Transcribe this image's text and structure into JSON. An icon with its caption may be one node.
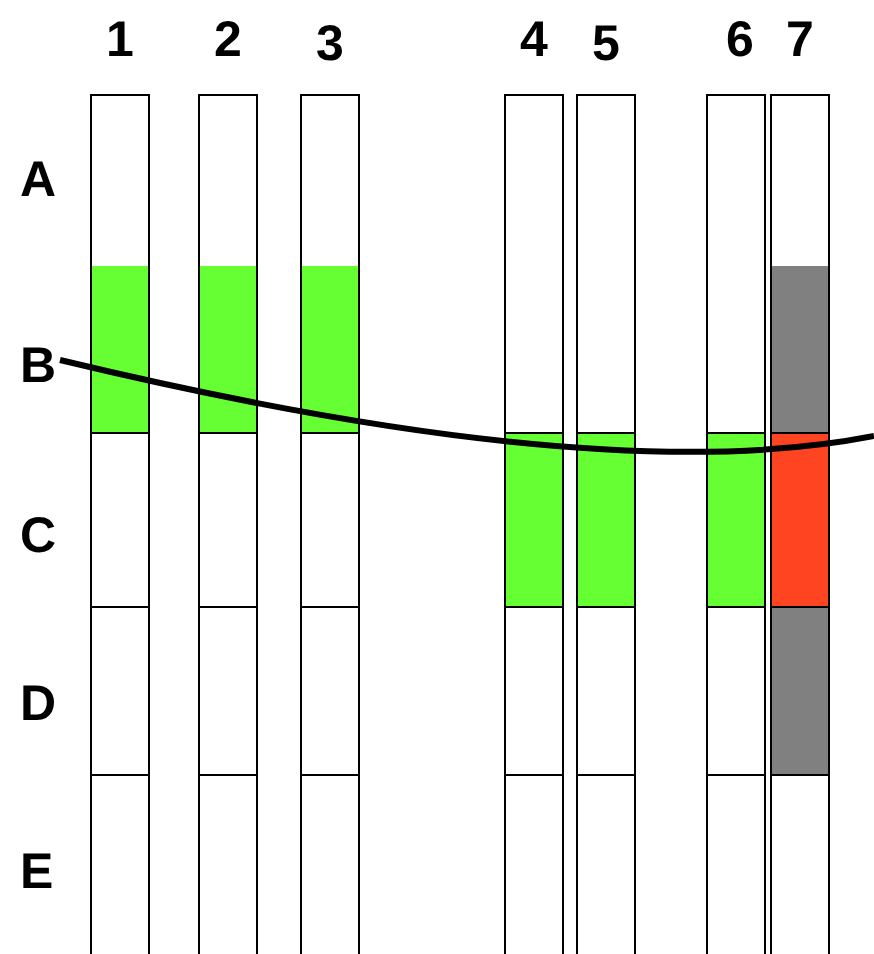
{
  "diagram": {
    "nodes": [
      {
        "text": [],
        "shape": "bar"
      },
      {
        "text": [],
        "shape": "bar"
      },
      {
        "text": [],
        "shape": "bar"
      },
      {
        "text": [],
        "shape": "bar"
      },
      {
        "text": [],
        "shape": "bar"
      },
      {
        "text": [],
        "shape": "bar"
      },
      {
        "text": [],
        "shape": "bar"
      }
    ],
    "labels": [
      "1",
      "2",
      "3",
      "4",
      "5",
      "6",
      "7",
      "A",
      "B",
      "C",
      "D",
      "E"
    ]
  }
}
